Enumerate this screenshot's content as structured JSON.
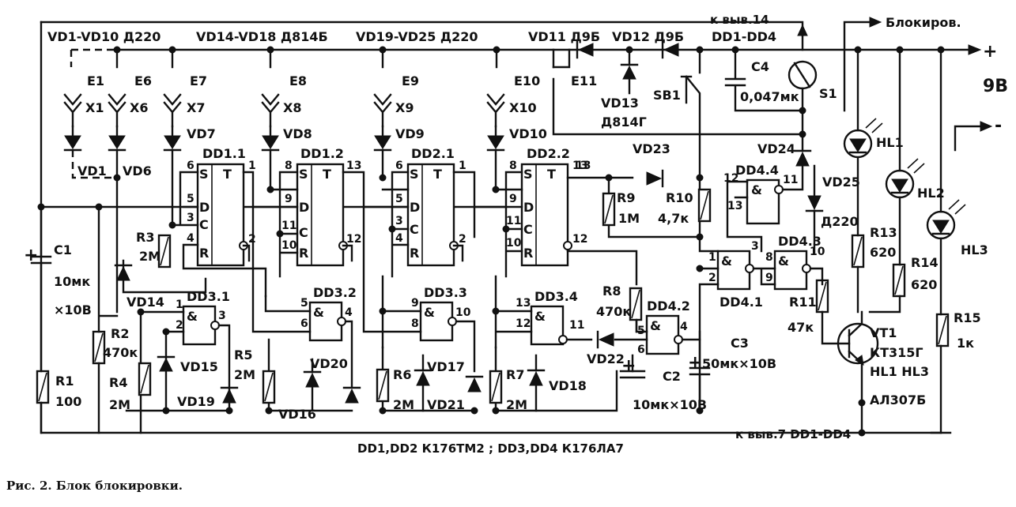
{
  "caption": "Рис. 2. Блок блокировки.",
  "header": {
    "diodes_a": "VD1-VD10 Д220",
    "diodes_b": "VD14-VD18 Д814Б",
    "diodes_c": "VD19-VD25   Д220",
    "vd11": "VD11  Д9Б",
    "vd12": "VD12   Д9Б",
    "pin14": "к выв.14",
    "dd_range": "DD1-DD4",
    "block_out": "Блокиров.",
    "plus": "+",
    "minus": "-",
    "volt": "9В"
  },
  "contacts": {
    "e": [
      "E1",
      "E6",
      "E7",
      "E8",
      "E9",
      "E10",
      "E11"
    ],
    "x": [
      "X1",
      "X6",
      "X7",
      "X8",
      "X9",
      "X10"
    ],
    "vd_top": [
      "VD1",
      "VD6",
      "VD7",
      "VD8",
      "VD9",
      "VD10"
    ]
  },
  "chips": {
    "dd11": "DD1.1",
    "dd12": "DD1.2",
    "dd21": "DD2.1",
    "dd22": "DD2.2",
    "dd31": "DD3.1",
    "dd32": "DD3.2",
    "dd33": "DD3.3",
    "dd34": "DD3.4",
    "dd41": "DD4.1",
    "dd42": "DD4.2",
    "dd43": "DD4.3",
    "dd44": "DD4.4",
    "ff_letters": [
      "S",
      "T",
      "D",
      "C",
      "R"
    ],
    "and_sym": "&"
  },
  "parts": {
    "c1": [
      "C1",
      "10мк",
      "×10В"
    ],
    "r1": [
      "R1",
      "100"
    ],
    "r2": [
      "R2",
      "470к"
    ],
    "r3": [
      "R3",
      "2М"
    ],
    "r4": [
      "R4",
      "2М"
    ],
    "r5": [
      "R5",
      "2М"
    ],
    "r6": [
      "R6",
      "2М"
    ],
    "r7": [
      "R7",
      "2М"
    ],
    "r8": [
      "R8",
      "470к"
    ],
    "r9": [
      "R9",
      "1М"
    ],
    "r10": [
      "R10",
      "4,7к"
    ],
    "r11": [
      "R11",
      "47к"
    ],
    "r13": [
      "R13",
      "620"
    ],
    "r14": [
      "R14",
      "620"
    ],
    "r15": [
      "R15",
      "1к"
    ],
    "c2": [
      "C2",
      "10мк×10В"
    ],
    "c3": [
      "C3",
      "50мк×10В"
    ],
    "c4": [
      "C4",
      "0,047мк"
    ],
    "vd13": [
      "VD13",
      "Д814Г"
    ],
    "vt1": [
      "VT1",
      "КТ315Г"
    ],
    "hl_type": [
      "HL1 HL3",
      "АЛ307Б"
    ],
    "hl": [
      "HL1",
      "HL2",
      "HL3"
    ],
    "vd_misc": [
      "VD14",
      "VD15",
      "VD16",
      "VD17",
      "VD18",
      "VD19",
      "VD20",
      "VD21",
      "VD22",
      "VD23",
      "VD24",
      "VD25",
      "Д220"
    ],
    "sb1": "SB1",
    "s1": "S1",
    "pin7": "к выв.7 DD1-DD4",
    "chips_note": "DD1,DD2 К176ТМ2 ; DD3,DD4 К176ЛА7"
  },
  "pins": [
    "6",
    "5",
    "3",
    "4",
    "1",
    "2",
    "8",
    "9",
    "11",
    "10",
    "13",
    "12"
  ]
}
